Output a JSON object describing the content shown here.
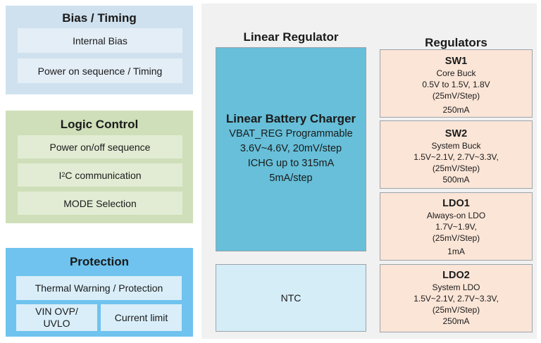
{
  "bias_timing": {
    "title": "Bias / Timing",
    "items": [
      "Internal Bias",
      "Power on sequence / Timing"
    ]
  },
  "logic_control": {
    "title": "Logic Control",
    "items": [
      "Power on/off sequence",
      "I2C communication",
      "MODE Selection"
    ],
    "i2c": {
      "prefix": "I",
      "sup": "2",
      "suffix": "C communication"
    }
  },
  "protection": {
    "title": "Protection",
    "thermal": "Thermal Warning / Protection",
    "vin_ovp_line1": "VIN OVP/",
    "vin_ovp_line2": "UVLO",
    "current_limit": "Current limit"
  },
  "linear_regulator": {
    "title": "Linear Regulator",
    "charger_title": "Linear Battery Charger",
    "charger_lines": [
      "VBAT_REG Programmable",
      "3.6V~4.6V, 20mV/step",
      "ICHG up to 315mA",
      "5mA/step"
    ],
    "ntc": "NTC"
  },
  "regulators": {
    "title": "Regulators",
    "items": [
      {
        "name": "SW1",
        "lines": [
          "Core Buck",
          "0.5V to 1.5V, 1.8V",
          "(25mV/Step)",
          "250mA"
        ]
      },
      {
        "name": "SW2",
        "lines": [
          "System Buck",
          "1.5V~2.1V, 2.7V~3.3V,",
          "(25mV/Step)",
          "500mA"
        ]
      },
      {
        "name": "LDO1",
        "lines": [
          "Always-on LDO",
          "1.7V~1.9V,",
          "(25mV/Step)",
          "1mA"
        ]
      },
      {
        "name": "LDO2",
        "lines": [
          "System LDO",
          "1.5V~2.1V, 2.7V~3.3V,",
          "(25mV/Step)",
          "250mA"
        ]
      }
    ]
  }
}
